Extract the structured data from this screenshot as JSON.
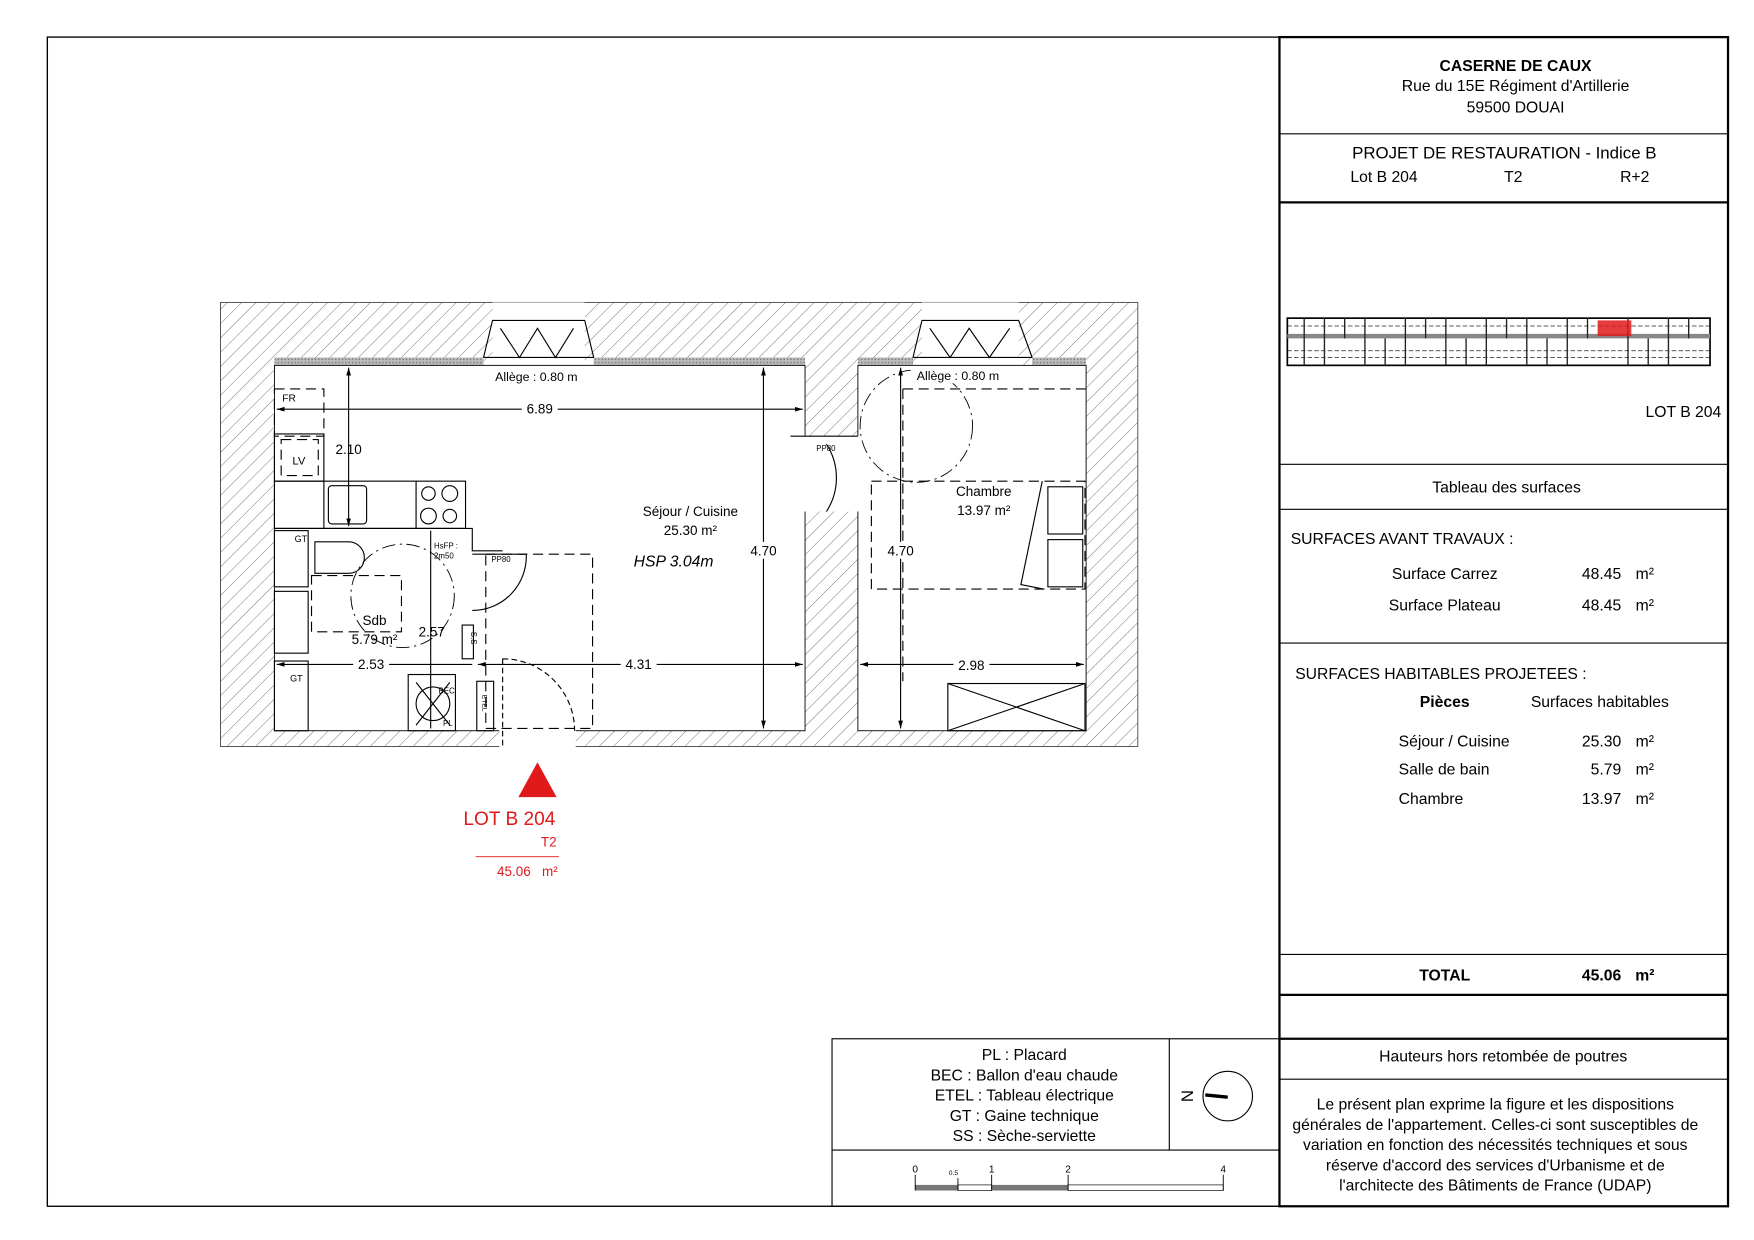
{
  "title_block": {
    "project_name": "CASERNE DE CAUX",
    "address_line1": "Rue du 15E Régiment d'Artillerie",
    "address_line2": "59500 DOUAI",
    "project_title": "PROJET DE RESTAURATION - Indice B",
    "lot": "Lot B 204",
    "type": "T2",
    "level": "R+2",
    "key_plan_label": "LOT B 204",
    "surfaces_table_title": "Tableau des surfaces",
    "before_works": {
      "heading": "SURFACES AVANT TRAVAUX :",
      "rows": [
        {
          "label": "Surface Carrez",
          "value": "48.45",
          "unit": "m²"
        },
        {
          "label": "Surface Plateau",
          "value": "48.45",
          "unit": "m²"
        }
      ]
    },
    "projected": {
      "heading": "SURFACES HABITABLES PROJETEES :",
      "col_rooms": "Pièces",
      "col_surfaces": "Surfaces habitables",
      "rows": [
        {
          "label": "Séjour / Cuisine",
          "value": "25.30",
          "unit": "m²"
        },
        {
          "label": "Salle de bain",
          "value": "5.79",
          "unit": "m²"
        },
        {
          "label": "Chambre",
          "value": "13.97",
          "unit": "m²"
        }
      ]
    },
    "total": {
      "label": "TOTAL",
      "value": "45.06",
      "unit": "m²"
    },
    "heights_note": "Hauteurs hors retombée de poutres",
    "disclaimer": [
      "Le présent plan exprime la figure et les dispositions",
      "générales de l'appartement. Celles-ci sont susceptibles de",
      "variation en fonction des nécessités techniques et sous",
      "réserve d'accord des services d'Urbanisme et de",
      "l'architecte des Bâtiments de France (UDAP)"
    ]
  },
  "legend": {
    "items": [
      "PL : Placard",
      "BEC : Ballon d'eau chaude",
      "ETEL : Tableau électrique",
      "GT : Gaine technique",
      "SS : Sèche-serviette"
    ],
    "north_label": "N",
    "scale_ticks": [
      "0",
      "0.5",
      "1",
      "2",
      "4"
    ]
  },
  "plan": {
    "sill_left": "Allège : 0.80 m",
    "sill_right": "Allège : 0.80 m",
    "dims": {
      "width_living": "6.89",
      "kitchen_depth": "2.10",
      "height_living": "4.70",
      "height_bedroom": "4.70",
      "bath_height": "2.57",
      "bath_width": "2.53",
      "living_lower_width": "4.31",
      "bedroom_width": "2.98"
    },
    "rooms": {
      "living_name": "Séjour / Cuisine",
      "living_area": "25.30 m²",
      "ceiling_height": "HSP 3.04m",
      "bedroom_name": "Chambre",
      "bedroom_area": "13.97 m²",
      "bath_name": "Sdb",
      "bath_area": "5.79 m²"
    },
    "labels": {
      "fridge": "FR",
      "washer": "LV",
      "shaft_top": "GT",
      "shaft_bottom": "GT",
      "door_bedroom": "PP80",
      "door_bath": "PP80",
      "hsfp1": "HsFP :",
      "hsfp2": "2m50",
      "towel": "S.S",
      "boiler": "BEC",
      "panel": "ETEL",
      "closet": "PL"
    },
    "entry": {
      "lot": "LOT B 204",
      "type": "T2",
      "area": "45.06",
      "unit": "m²",
      "color": "#e0191b"
    }
  }
}
